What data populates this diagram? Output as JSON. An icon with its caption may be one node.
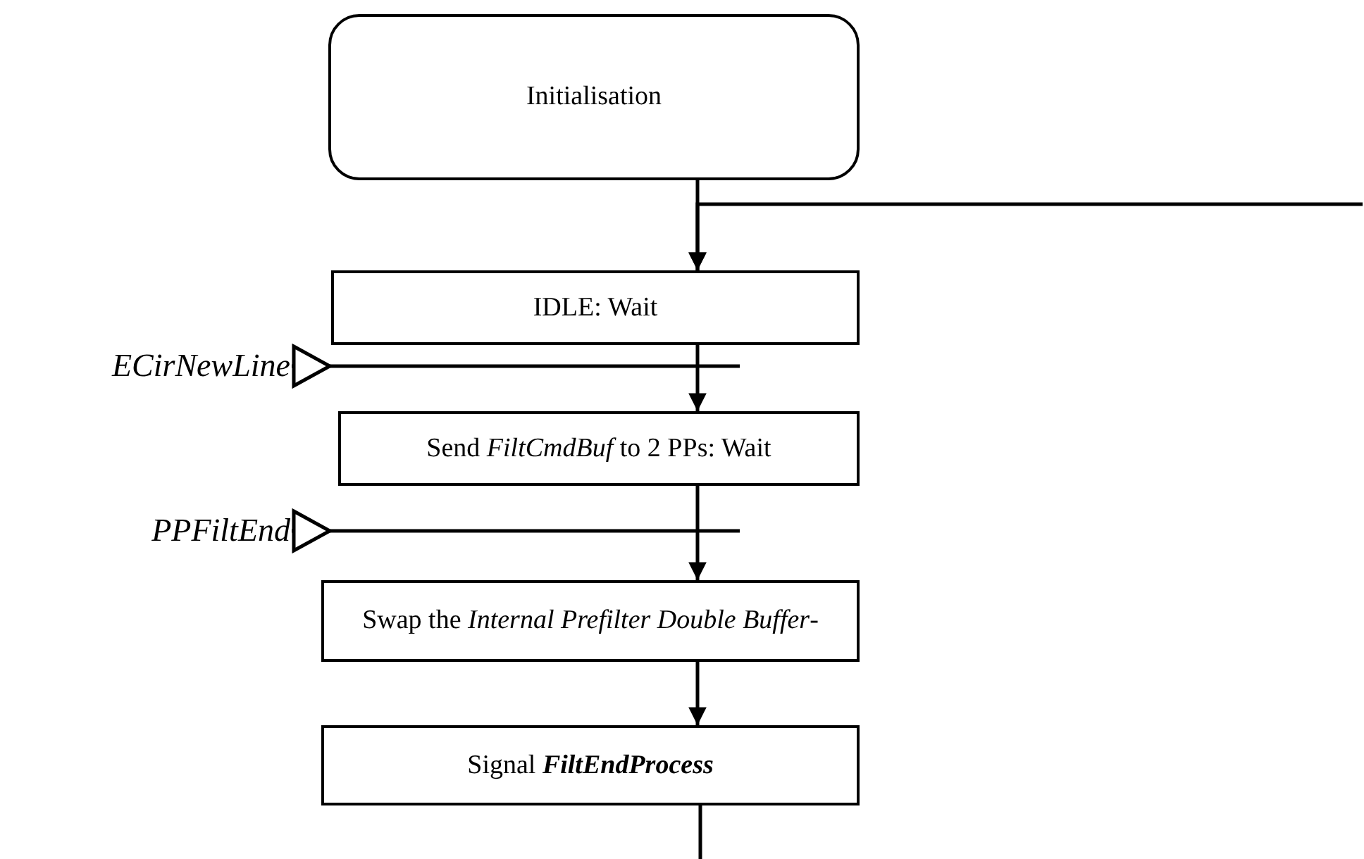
{
  "diagram": {
    "nodes": [
      {
        "text": [
          "Initialisation"
        ]
      },
      {
        "text": [
          "IDLE: Wait"
        ]
      },
      {
        "text": [
          "ECirNewLine"
        ]
      },
      {
        "text": [
          "Send *FiltCmdBuf* to 2 PPs: Wait"
        ]
      },
      {
        "text": [
          "PPFiltEnd"
        ]
      },
      {
        "text": [
          "Swap the *Internal Prefilter Double Buffer*-"
        ]
      },
      {
        "text": [
          "Signal **FiltEndProcess**"
        ]
      }
    ],
    "edges": [
      {
        "from": 0,
        "to": 1,
        "arrow": "to"
      },
      {
        "from": null,
        "to": 1,
        "arrow": "to"
      },
      {
        "from": 2,
        "to": null,
        "arrow": "other"
      },
      {
        "from": 1,
        "to": 3,
        "arrow": "to"
      },
      {
        "from": 4,
        "to": null,
        "arrow": "other"
      },
      {
        "from": 3,
        "to": 5,
        "arrow": "to"
      },
      {
        "from": 5,
        "to": 6,
        "arrow": "to"
      },
      {
        "from": 6,
        "to": null,
        "arrow": "none"
      }
    ]
  }
}
